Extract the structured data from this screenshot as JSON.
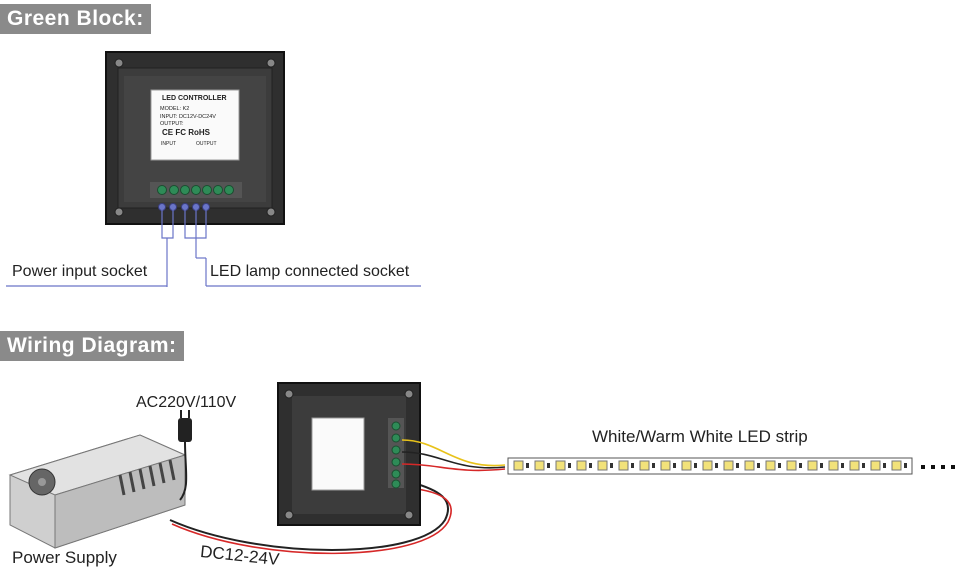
{
  "sections": {
    "green_block_title": "Green Block:",
    "wiring_title": "Wiring Diagram:"
  },
  "green_block": {
    "power_socket_label": "Power input socket",
    "led_socket_label": "LED lamp connected socket",
    "controller_label": {
      "title": "LED CONTROLLER",
      "model": "MODEL:  K2",
      "input": "INPUT:    DC12V-DC24V",
      "output": "OUTPUT:",
      "certs": "CE  FC  RoHS",
      "table_input": "INPUT",
      "table_output": "OUTPUT"
    }
  },
  "wiring": {
    "ac_label": "AC220V/110V",
    "power_supply_label": "Power Supply",
    "dc_label": "DC12-24V",
    "strip_label": "White/Warm White LED strip"
  },
  "colors": {
    "title_bg": "#8a8a8a",
    "panel": "#2f2f2f",
    "terminal_green": "#2e8b57",
    "wire_red": "#d62828",
    "wire_yellow": "#e8c21a",
    "socket_blue": "#6a75c8",
    "led_yellow": "#f2e27a"
  }
}
